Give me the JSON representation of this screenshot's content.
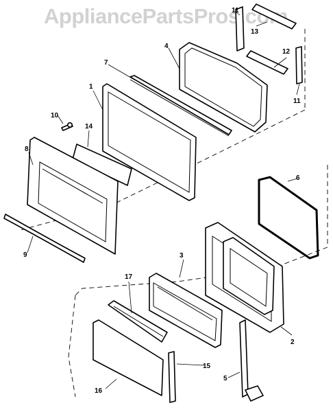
{
  "watermark": "AppliancePartsPros.com",
  "callouts": {
    "c1": "1",
    "c2": "2",
    "c3": "3",
    "c4": "4",
    "c5": "5",
    "c6": "6",
    "c7": "7",
    "c8": "8",
    "c9": "9",
    "c10": "10",
    "c11a": "11",
    "c11b": "11",
    "c12": "12",
    "c13": "13",
    "c14": "14",
    "c15": "15",
    "c16": "16",
    "c17": "17"
  }
}
